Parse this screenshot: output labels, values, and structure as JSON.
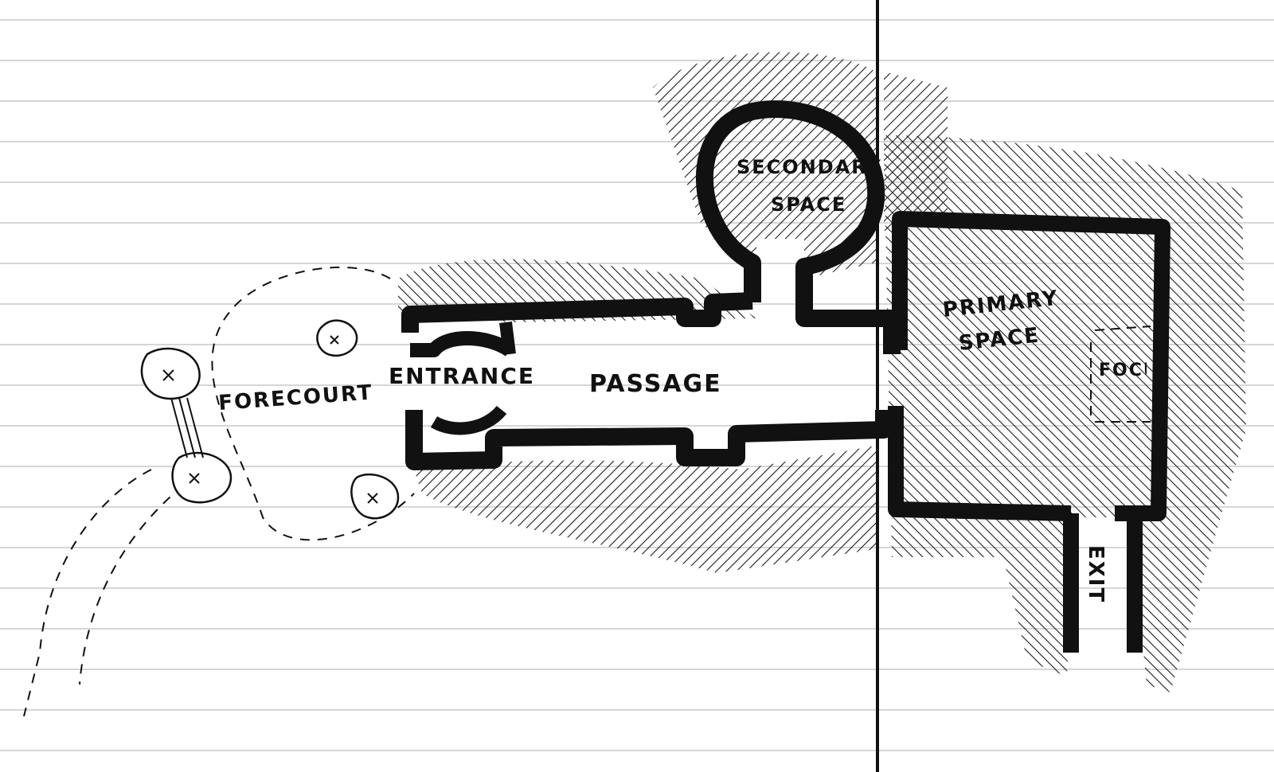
{
  "labels": {
    "forecourt": "FORECOURT",
    "entrance": "ENTRANCE",
    "passage": "PASSAGE",
    "secondary_line1": "SECONDARY",
    "secondary_line2": "SPACE",
    "primary_line1": "PRIMARY",
    "primary_line2": "SPACE",
    "focus": "FOCUS",
    "exit": "EXIT"
  },
  "colors": {
    "ink": "#111111",
    "paper": "#ffffff",
    "rule": "#c8c8c8",
    "margin_line": "#111111"
  },
  "icons": {
    "stone": "stone-marker-icon",
    "hatch": "rock-hatching-pattern"
  }
}
